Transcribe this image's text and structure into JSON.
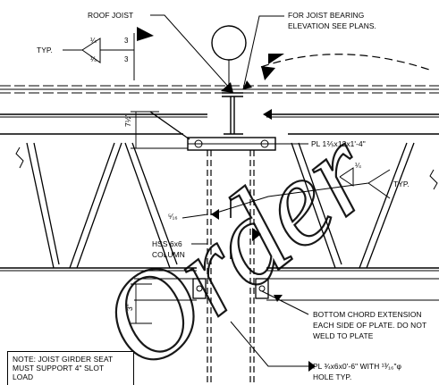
{
  "labels": {
    "roof_joist": "ROOF JOIST",
    "joist_bearing_1": "FOR JOIST BEARING",
    "joist_bearing_2": "ELEVATION SEE PLANS.",
    "typ_left": "TYP.",
    "typ_right": "TYP.",
    "plate_top": "PL 1⅖x12x1'-4\"",
    "hss_1": "HSS 6x6",
    "hss_2": "COLUMN",
    "bottom_chord_1": "BOTTOM CHORD EXTENSION",
    "bottom_chord_2": "EACH SIDE OF PLATE. DO NOT",
    "bottom_chord_3": "WELD TO PLATE",
    "plate_bottom_1": "PL ¾x6x0'-6\" WITH ¹³⁄₁₆\"φ",
    "plate_bottom_2": "HOLE TYP.",
    "dim_top": "7½\"",
    "dim_bottom": "3\""
  },
  "weld_symbols": {
    "left_size_top": "¼",
    "left_size_bottom": "¼",
    "left_length_top": "3",
    "left_length_bottom": "3",
    "mid_size": "¼",
    "column_size": "⁵⁄₁₆"
  },
  "note": {
    "line1": "NOTE: JOIST GIRDER SEAT",
    "line2": "MUST SUPPORT 4\" SLOT",
    "line3": "LOAD"
  },
  "watermark": {
    "text": "Order",
    "color": "#000000"
  },
  "colors": {
    "ink": "#000000",
    "paper": "#ffffff"
  }
}
